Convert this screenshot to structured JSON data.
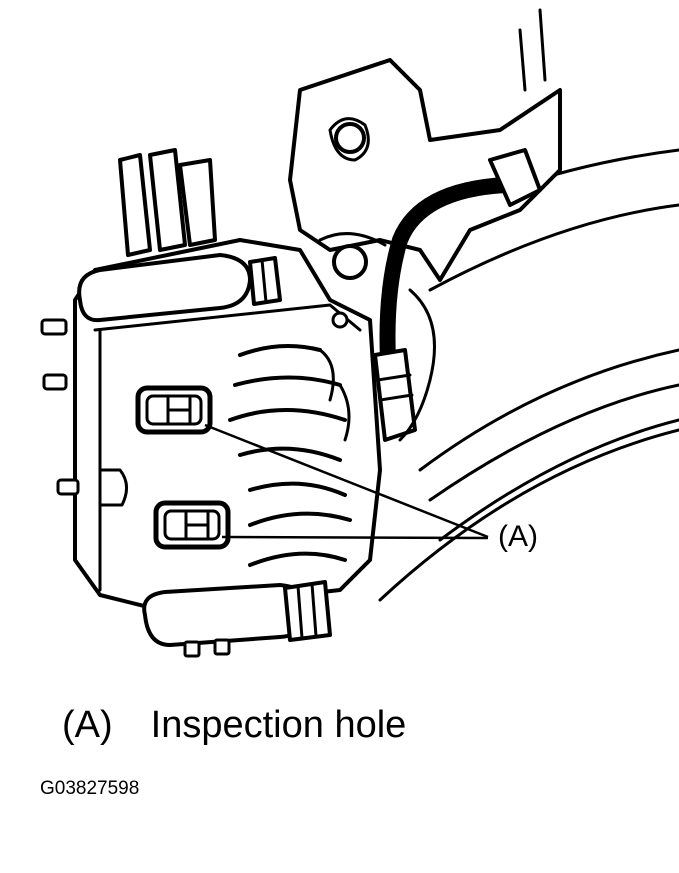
{
  "callout": {
    "marker": "(A)"
  },
  "legend": {
    "key": "(A)",
    "text": "Inspection hole"
  },
  "figure_id": "G03827598"
}
